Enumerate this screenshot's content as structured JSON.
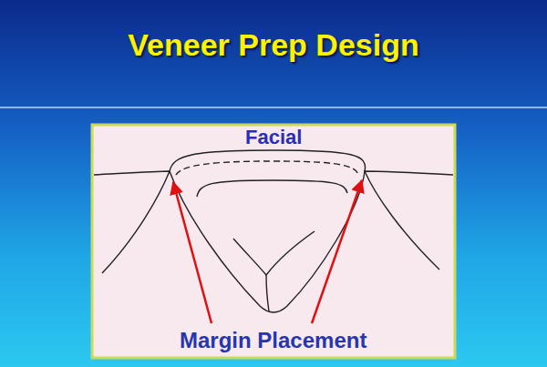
{
  "diagram": {
    "title": "Veneer Prep Design",
    "labels": [
      "Facial",
      "Margin Placement"
    ]
  }
}
